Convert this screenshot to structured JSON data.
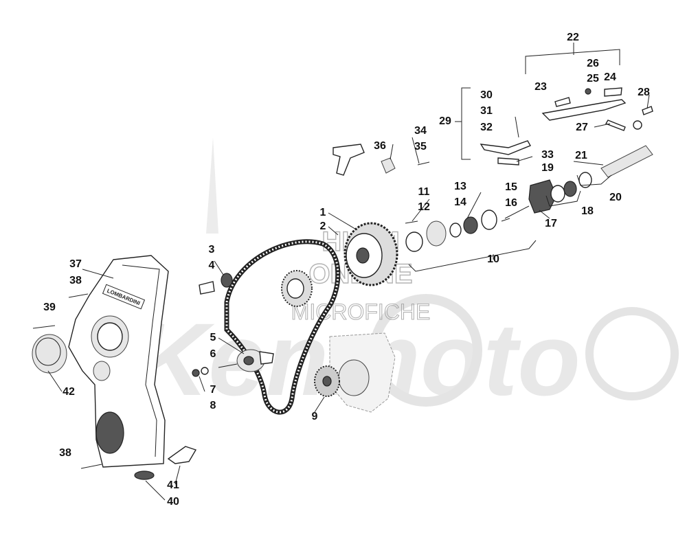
{
  "watermark": {
    "line1": "HLSM",
    "line2": "ONLINE",
    "line3": "MICROFICHE",
    "logo": "Kenmoto"
  },
  "cover_label": "LOMBARDINI",
  "callouts": [
    "1",
    "2",
    "3",
    "4",
    "5",
    "6",
    "7",
    "8",
    "9",
    "10",
    "11",
    "12",
    "13",
    "14",
    "15",
    "16",
    "17",
    "18",
    "19",
    "20",
    "21",
    "22",
    "23",
    "24",
    "25",
    "26",
    "27",
    "28",
    "29",
    "30",
    "31",
    "32",
    "33",
    "34",
    "35",
    "36",
    "37",
    "38",
    "38",
    "39",
    "40",
    "41",
    "42"
  ],
  "colors": {
    "ink": "#111111",
    "watermark": "#9a9a9a",
    "logo_fill": "#e8e8e8"
  }
}
